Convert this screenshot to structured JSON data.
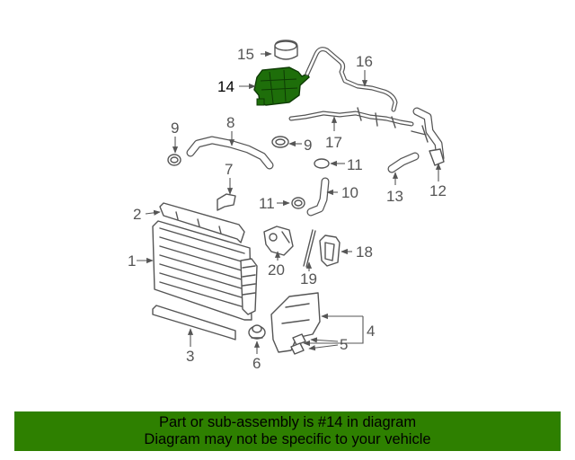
{
  "diagram": {
    "callouts": {
      "c1": "1",
      "c2": "2",
      "c3": "3",
      "c4": "4",
      "c5": "5",
      "c6": "6",
      "c7": "7",
      "c8": "8",
      "c9a": "9",
      "c9b": "9",
      "c10": "10",
      "c11a": "11",
      "c11b": "11",
      "c12": "12",
      "c13": "13",
      "c14": "14",
      "c15": "15",
      "c16": "16",
      "c17": "17",
      "c18": "18",
      "c19": "19",
      "c20": "20"
    },
    "highlight_color": "#1e6e0a"
  },
  "banner": {
    "line1": "Part or sub-assembly is #14 in diagram",
    "line2": "Diagram may not be specific to your vehicle",
    "background": "#2e8000"
  }
}
